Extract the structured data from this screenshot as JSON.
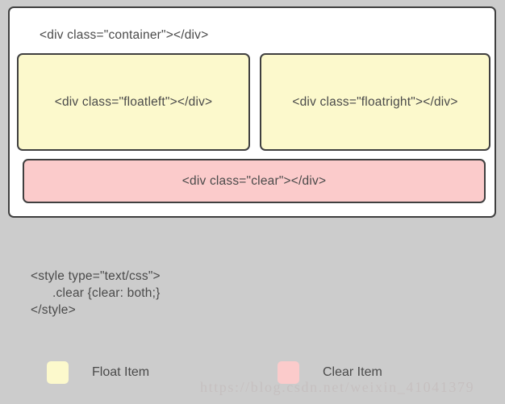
{
  "background_color": "#cccccc",
  "diagram": {
    "container": {
      "label": "<div class=\"container\"></div>",
      "background_color": "#ffffff",
      "border_color": "#3f3f3f"
    },
    "boxes": [
      {
        "name": "floatleft",
        "label": "<div class=\"floatleft\"></div>",
        "color": "#fcf9cc"
      },
      {
        "name": "floatright",
        "label": "<div class=\"floatright\"></div>",
        "color": "#fcf9cc"
      },
      {
        "name": "clear",
        "label": "<div class=\"clear\"></div>",
        "color": "#fbcbcb"
      }
    ]
  },
  "code_snippet": {
    "text": "<style type=\"text/css\">\n      .clear {clear: both;}\n</style>",
    "line1": "<style type=\"text/css\">",
    "line2": ".clear {clear: both;}",
    "line3": "</style>"
  },
  "legend": {
    "items": [
      {
        "label": "Float Item",
        "color": "#fcf9cc"
      },
      {
        "label": "Clear Item",
        "color": "#fbcbcb"
      }
    ]
  },
  "watermark": {
    "text": "https://blog.csdn.net/weixin_41041379"
  }
}
